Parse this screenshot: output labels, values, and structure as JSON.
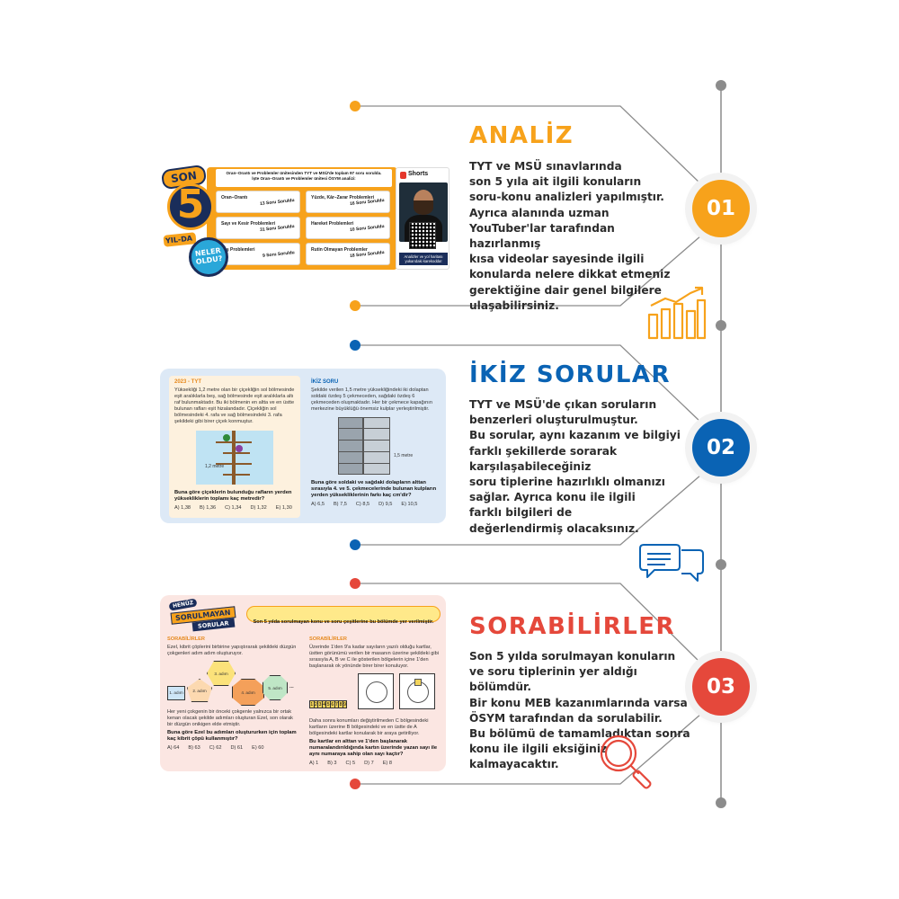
{
  "colors": {
    "orange": "#f7a21b",
    "blue": "#0a63b4",
    "red": "#e5483b",
    "gray_line": "#8c8c8c",
    "text": "#2b2b2b"
  },
  "sections": [
    {
      "heading": "ANALİZ",
      "number": "01",
      "color": "#f7a21b",
      "body": "TYT ve MSÜ sınavlarında\nson 5 yıla ait ilgili konuların\nsoru-konu analizleri yapılmıştır.\nAyrıca alanında uzman\nYouTuber'lar tarafından hazırlanmış\nkısa videolar sayesinde ilgili\nkonularda nelere dikkat etmeniz\ngerektiğine dair genel bilgilere\nulaşabilirsiniz.",
      "icon": "growth-chart-icon"
    },
    {
      "heading": "İKİZ SORULAR",
      "number": "02",
      "color": "#0a63b4",
      "body": "TYT ve MSÜ'de çıkan soruların\nbenzerleri oluşturulmuştur.\nBu sorular, aynı kazanım ve bilgiyi\nfarklı şekillerde sorarak\nkarşılaşabileceğiniz\nsoru tiplerine hazırlıklı olmanızı\nsağlar. Ayrıca konu ile ilgili\nfarklı bilgileri de\ndeğerlendirmiş olacaksınız.",
      "icon": "speech-bubbles-icon"
    },
    {
      "heading": "SORABİLİRLER",
      "number": "03",
      "color": "#e5483b",
      "body": "Son 5 yılda sorulmayan konuların\nve soru tiplerinin yer aldığı bölümdür.\nBir konu MEB kazanımlarında varsa\nÖSYM tarafından da sorulabilir.\nBu bölümü de tamamladıktan sonra\nkonu ile ilgili eksiğiniz\nkalmayacaktır.",
      "icon": "magnifier-icon"
    }
  ],
  "card1": {
    "logo": {
      "son": "SON",
      "five": "5",
      "yilda": "YIL-DA",
      "neler": "NELER OLDU?"
    },
    "header_line1": "Oran–Orantı ve Problemler ünitesinden TYT ve MSÜ'de toplam 97 soru sorulda.",
    "header_line2": "İşte Oran–Orantı ve Problemler ünitesi ÖSYM analizi:",
    "topics": [
      {
        "name": "Oran–Orantı",
        "count": "13 Soru Soruldu"
      },
      {
        "name": "Yüzde, Kâr–Zarar Problemleri",
        "count": "16 Soru Soruldu"
      },
      {
        "name": "Sayı ve Kesir Problemleri",
        "count": "31 Soru Soruldu"
      },
      {
        "name": "Hareket Problemleri",
        "count": "10 Soru Soruldu"
      },
      {
        "name": "Yaş Problemleri",
        "count": "9 Soru Soruldu"
      },
      {
        "name": "Rutin Olmayan Problemler",
        "count": "18 Soru Soruldu"
      }
    ],
    "shorts_label": "Shorts",
    "qr_caption": "Analizler ve yol haritası yukarıdaki karekodda!"
  },
  "card2": {
    "left": {
      "year": "2023 - TYT",
      "text": "Yüksekliği 1,2 metre olan bir çiçekliğin sol bölmesinde eşit aralıklarla beş, sağ bölmesinde eşit aralıklarla altı raf bulunmaktadır. Bu iki bölmenin en altta ve en üstte bulunan rafları eşit hizalandadır. Çiçekliğin sol bölmesindeki 4. rafa ve sağ bölmesindeki 3. rafa şekildeki gibi birer çiçek konmuştur.",
      "dim": "1,2 metre",
      "question": "Buna göre çiçeklerin bulunduğu rafların yerden yüksekliklerin toplamı kaç metredir?",
      "options": [
        "A) 1,38",
        "B) 1,36",
        "C) 1,34",
        "D) 1,32",
        "E) 1,30"
      ]
    },
    "right": {
      "title": "İKİZ SORU",
      "text": "Şekilde verilen 1,5 metre yüksekliğindeki iki dolaptan soldaki özdeş 5 çekmeceden, sağdaki özdeş 6 çekmeceden oluşmaktadır. Her bir çekmece kapağının merkezine büyüklüğü önemsiz kulplar yerleştirilmiştir.",
      "dim": "1,5 metre",
      "question": "Buna göre soldaki ve sağdaki dolapların alttan sırasıyla 4. ve 5. çekmecelerinde bulunan kulpların yerden yüksekliklerinin farkı kaç cm'dir?",
      "options": [
        "A) 6,5",
        "B) 7,5",
        "C) 8,5",
        "D) 9,5",
        "E) 10,5"
      ]
    }
  },
  "card3": {
    "badge_line1": "HENÜZ",
    "badge_line2": "SORULMAYAN",
    "badge_line3": "SORULAR",
    "banner": "Son 5 yılda sorulmayan konu ve soru çeşitlerine bu bölümde yer verilmiştir.",
    "left": {
      "title": "SORABİLİRLER",
      "text": "Ezel, kibrit çöplerini birbirine yapıştırarak şekildeki düzgün çokgenleri adım adım oluşturuyor.",
      "steps": [
        "1. adım",
        "2. adım",
        "3. adım",
        "4. adım",
        "5. adım"
      ],
      "dots": "...",
      "text2": "Her yeni çokgenin bir önceki çokgenle yalnızca bir ortak kenarı olacak şekilde adımları oluşturan Ezel, son olarak bir düzgün onikigen elde etmiştir.",
      "question": "Buna göre Ezel bu adımları oluştururken için toplam kaç kibrit çöpü kullanmıştır?",
      "options": [
        "A) 64",
        "B) 63",
        "C) 62",
        "D) 61",
        "E) 60"
      ]
    },
    "right": {
      "title": "SORABİLİRLER",
      "text": "Üzerinde 1'den 9'a kadar sayıların yazılı olduğu kartlar, üstten görünümü verilen bir masanın üzerine şekildeki gibi sırasıyla A, B ve C ile gösterilen bölgelerin içine 1'den başlanarak ok yönünde birer birer konuluyor.",
      "cards": [
        "1",
        "2",
        "3",
        "4",
        "5",
        "6",
        "7",
        "8",
        "9"
      ],
      "text2": "Daha sonra konumları değiştirilmeden C bölgesindeki kartların üzerine B bölgesindeki ve en üstte de A bölgesindeki kartlar konularak bir araya getiriliyor.",
      "question": "Bu kartlar en alttan ve 1'den başlanarak numaralandırıldığında kartın üzerinde yazan sayı ile aynı numaraya sahip olan sayı kaçtır?",
      "options": [
        "A) 1",
        "B) 3",
        "C) 5",
        "D) 7",
        "E) 8"
      ]
    }
  }
}
